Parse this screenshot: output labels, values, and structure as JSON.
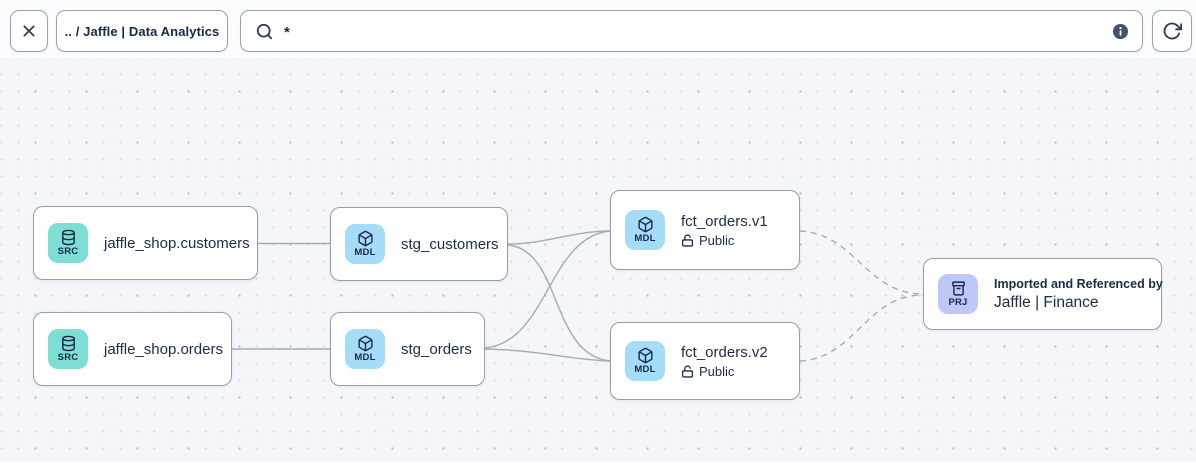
{
  "toolbar": {
    "breadcrumb_label": ".. / Jaffle | Data Analytics",
    "search_value": "*",
    "icons": [
      "close-icon",
      "search-icon",
      "info-icon",
      "refresh-icon"
    ]
  },
  "colors": {
    "canvas_bg": "#f4f6f9",
    "dot": "#c3c9d2",
    "node_border": "#94a0b0",
    "edge": "#a2acbb",
    "text_navy": "#1b2b4b",
    "badge_source": "#7eded3",
    "badge_model": "#a5dcf8",
    "badge_project": "#bdc7f8"
  },
  "canvas": {
    "nodes": [
      {
        "type": "source",
        "badge": "SRC",
        "icon": "database-icon",
        "title": "jaffle_shop.customers"
      },
      {
        "type": "source",
        "badge": "SRC",
        "icon": "database-icon",
        "title": "jaffle_shop.orders"
      },
      {
        "type": "model",
        "badge": "MDL",
        "icon": "cube-icon",
        "title": "stg_customers"
      },
      {
        "type": "model",
        "badge": "MDL",
        "icon": "cube-icon",
        "title": "stg_orders"
      },
      {
        "type": "model",
        "badge": "MDL",
        "icon": "cube-icon",
        "title": "fct_orders.v1",
        "access": "Public"
      },
      {
        "type": "model",
        "badge": "MDL",
        "icon": "cube-icon",
        "title": "fct_orders.v2",
        "access": "Public"
      },
      {
        "type": "project",
        "badge": "PRJ",
        "icon": "archive-icon",
        "subtitle": "Imported and Referenced by",
        "title": "Jaffle | Finance"
      }
    ],
    "edges": [
      {
        "from": "jaffle_shop.customers",
        "to": "stg_customers",
        "style": "solid"
      },
      {
        "from": "jaffle_shop.orders",
        "to": "stg_orders",
        "style": "solid"
      },
      {
        "from": "stg_customers",
        "to": "fct_orders.v1",
        "style": "solid"
      },
      {
        "from": "stg_customers",
        "to": "fct_orders.v2",
        "style": "solid"
      },
      {
        "from": "stg_orders",
        "to": "fct_orders.v1",
        "style": "solid"
      },
      {
        "from": "stg_orders",
        "to": "fct_orders.v2",
        "style": "solid"
      },
      {
        "from": "fct_orders.v1",
        "to": "Jaffle | Finance",
        "style": "dashed"
      },
      {
        "from": "fct_orders.v2",
        "to": "Jaffle | Finance",
        "style": "dashed"
      }
    ]
  }
}
